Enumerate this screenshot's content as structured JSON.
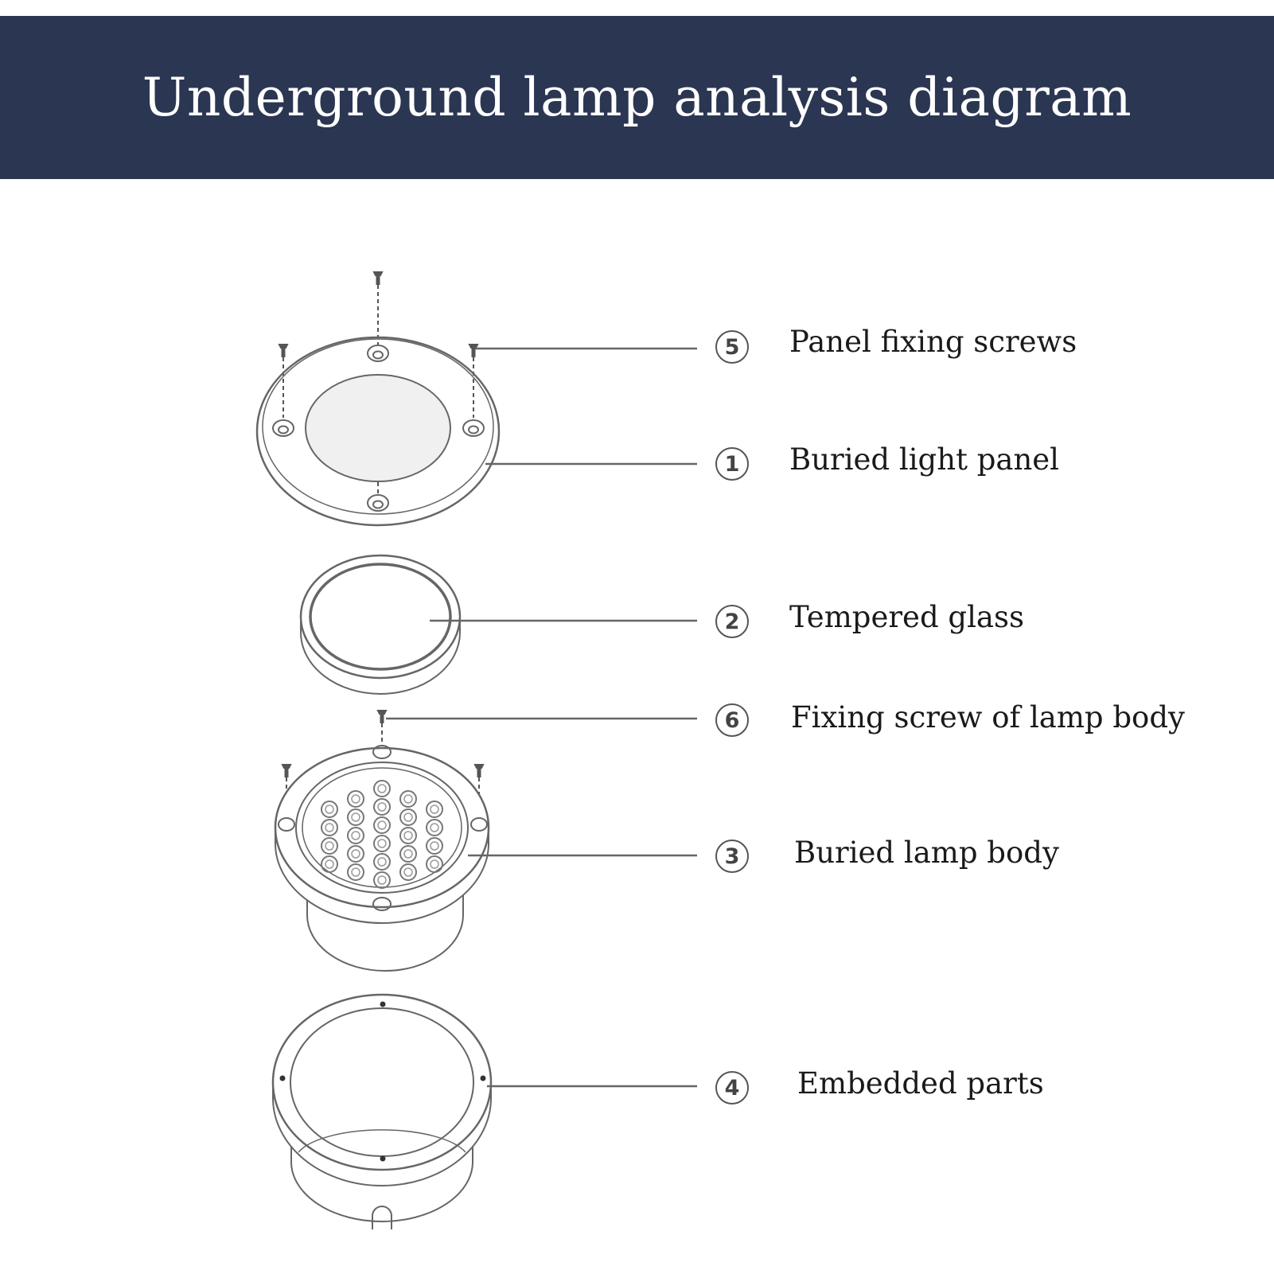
{
  "header": {
    "title": "Underground lamp analysis diagram",
    "background": "#2b3652",
    "text_color": "#ffffff"
  },
  "parts": [
    {
      "number": "5",
      "label": "Panel fixing screws"
    },
    {
      "number": "1",
      "label": "Buried light panel"
    },
    {
      "number": "2",
      "label": "Tempered glass"
    },
    {
      "number": "6",
      "label": "Fixing screw of lamp body"
    },
    {
      "number": "3",
      "label": "Buried lamp body"
    },
    {
      "number": "4",
      "label": "Embedded parts"
    }
  ]
}
